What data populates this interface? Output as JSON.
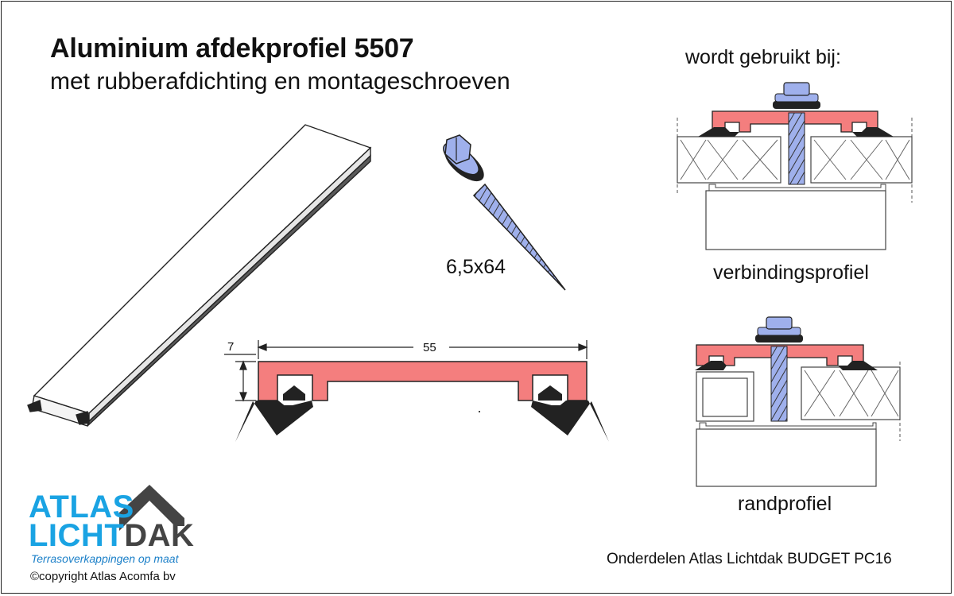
{
  "title": "Aluminium afdekprofiel 5507",
  "subtitle": "met rubberafdichting en montageschroeven",
  "used_with_label": "wordt gebruikt bij:",
  "screw_size": "6,5x64",
  "dimensions": {
    "height": "7",
    "width": "55"
  },
  "applications": [
    {
      "label": "verbindingsprofiel"
    },
    {
      "label": "randprofiel"
    }
  ],
  "footer": "Onderdelen Atlas Lichtdak BUDGET PC16",
  "logo": {
    "line1": "ATLAS",
    "line2_part1": "LICHT",
    "line2_part2": "DAK",
    "tagline": "Terrasoverkappingen op maat"
  },
  "copyright": "©copyright Atlas Acomfa bv",
  "colors": {
    "profile": "#f47e7e",
    "screw": "#9fb0ec",
    "logo_blue": "#1aa3e3",
    "logo_gray": "#444444"
  }
}
